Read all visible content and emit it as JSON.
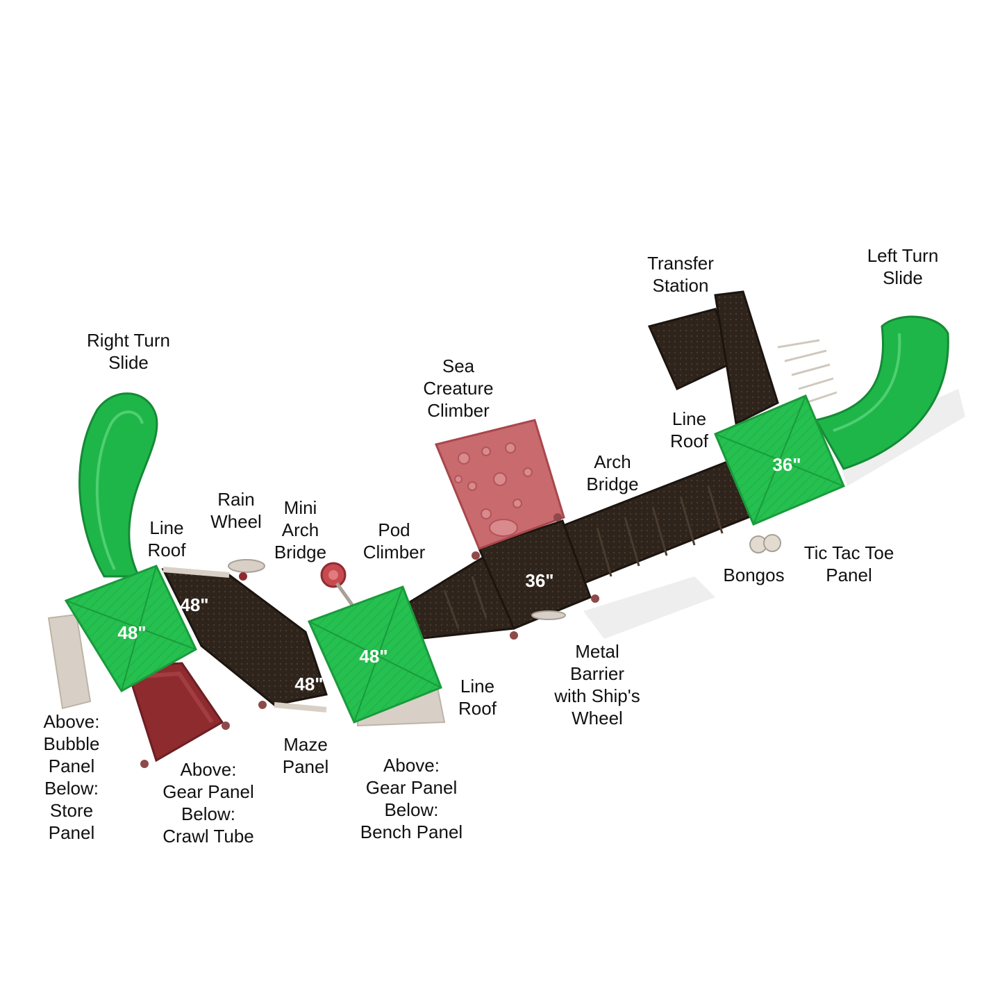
{
  "colors": {
    "deck": "#2e241c",
    "roof_green": "#25c04f",
    "roof_edge": "#1a9a3c",
    "slide_green": "#1fb649",
    "climber_red": "#c96a6e",
    "tube_red": "#8e2b2f",
    "beige": "#d8d0c6"
  },
  "labels": {
    "right_turn_slide": "Right Turn\nSlide",
    "left_turn_slide": "Left Turn\nSlide",
    "transfer_station": "Transfer\nStation",
    "sea_creature_climber": "Sea\nCreature\nClimber",
    "line_roof_right": "Line\nRoof",
    "arch_bridge": "Arch\nBridge",
    "rain_wheel": "Rain\nWheel",
    "mini_arch_bridge": "Mini\nArch\nBridge",
    "pod_climber": "Pod\nClimber",
    "line_roof_left": "Line\nRoof",
    "bongos": "Bongos",
    "tic_tac_toe_panel": "Tic Tac Toe\nPanel",
    "metal_barrier": "Metal\nBarrier\nwith Ship's\nWheel",
    "line_roof_mid": "Line\nRoof",
    "maze_panel": "Maze\nPanel",
    "above_bubble": "Above:\nBubble\nPanel\nBelow:\nStore\nPanel",
    "above_gear_crawl": "Above:\nGear Panel\nBelow:\nCrawl Tube",
    "above_gear_bench": "Above:\nGear Panel\nBelow:\nBench Panel"
  },
  "heights": {
    "roof_left": "48\"",
    "deck_left": "48\"",
    "deck_maze": "48\"",
    "roof_mid": "48\"",
    "deck_center": "36\"",
    "roof_right": "36\""
  }
}
